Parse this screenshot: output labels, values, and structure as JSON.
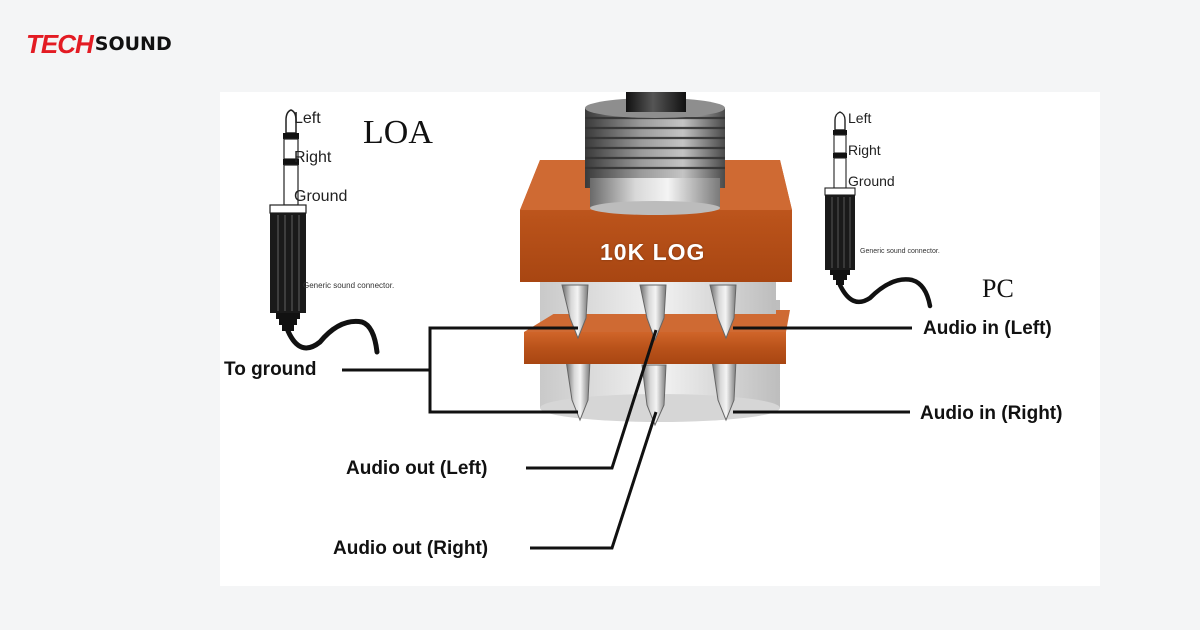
{
  "brand": {
    "part1": "TECH",
    "part2": "SOUND",
    "accent": "#e31b23"
  },
  "diagram": {
    "left_title": "LOA",
    "right_title": "PC",
    "pot_label": "10K LOG",
    "pot_color": "#c1561c",
    "left_jack": {
      "tip": "Left",
      "ring": "Right",
      "sleeve": "Ground",
      "caption": "Generic sound connector."
    },
    "right_jack": {
      "tip": "Left",
      "ring": "Right",
      "sleeve": "Ground",
      "caption": "Generic sound connector."
    },
    "labels": {
      "to_ground": "To ground",
      "audio_in_left": "Audio in (Left)",
      "audio_in_right": "Audio in (Right)",
      "audio_out_left": "Audio out (Left)",
      "audio_out_right": "Audio out (Right)"
    }
  }
}
